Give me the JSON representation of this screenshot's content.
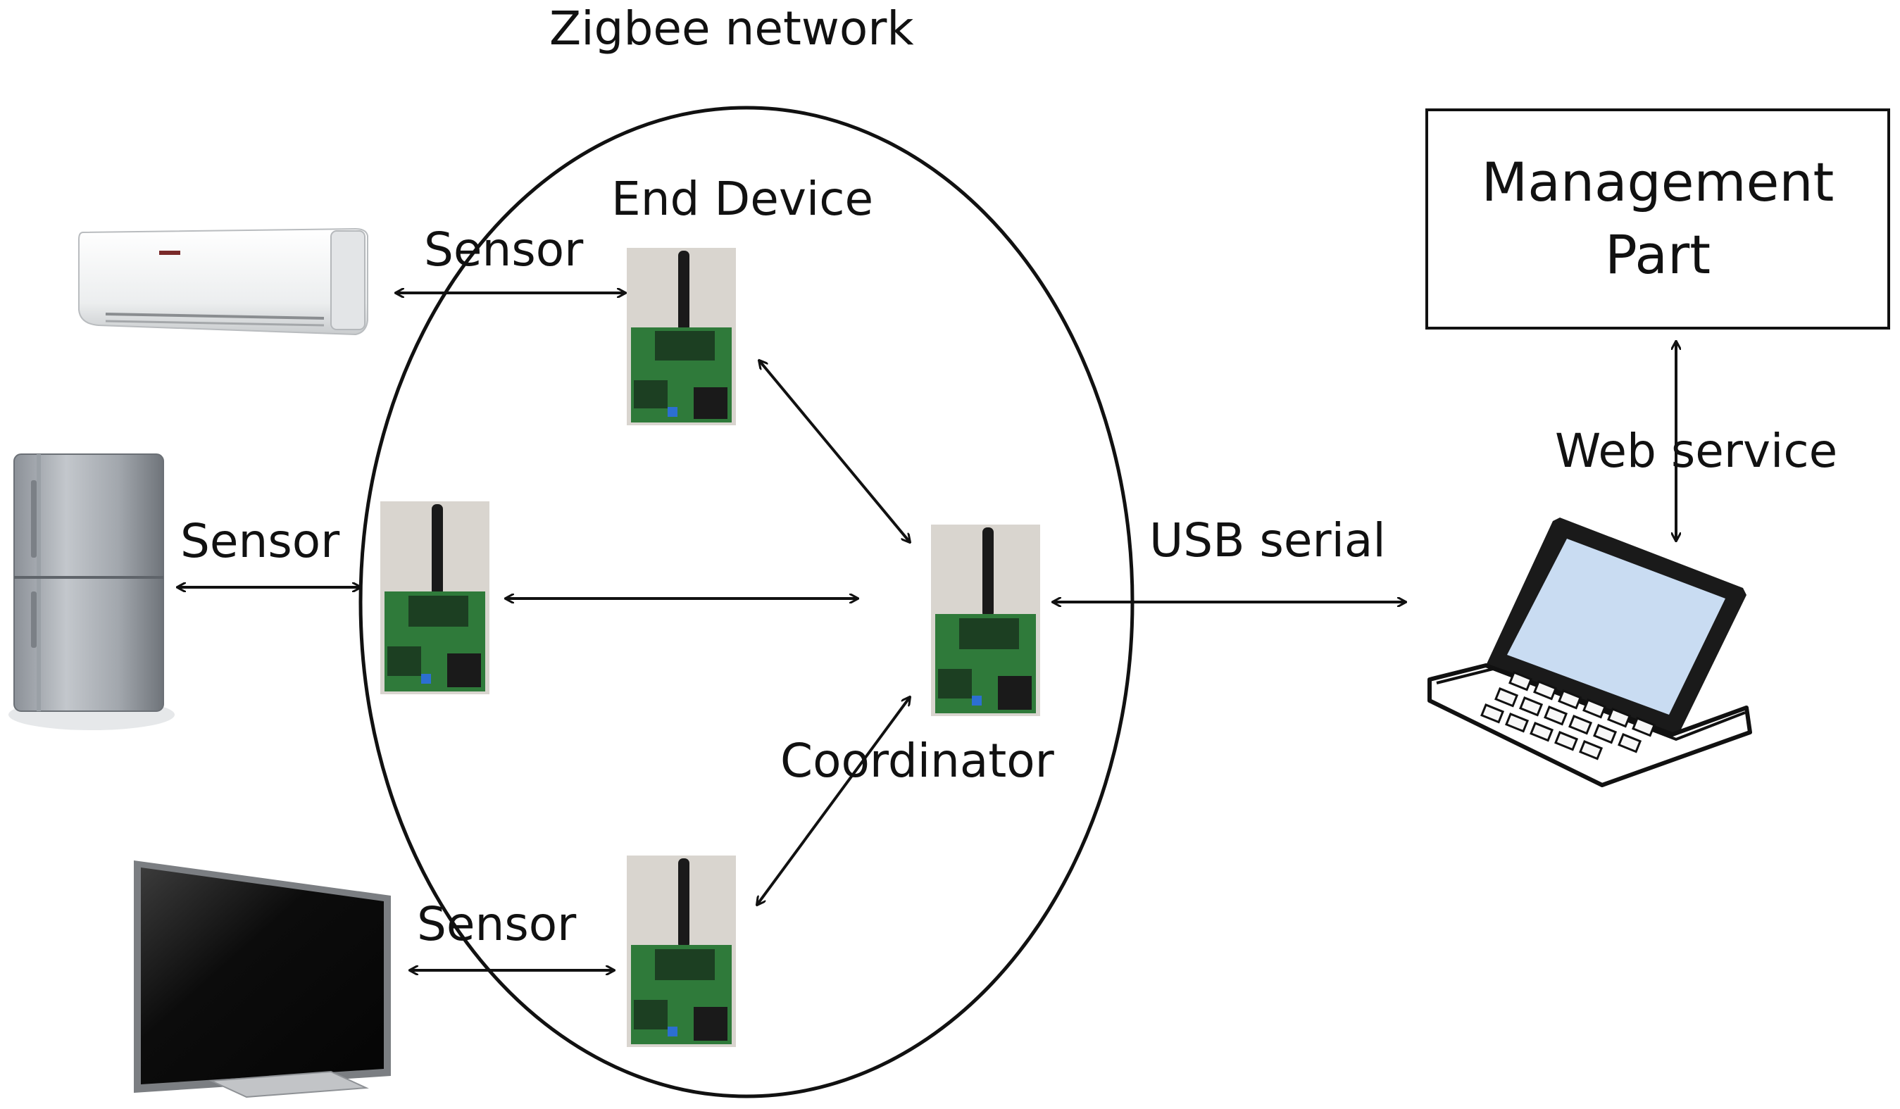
{
  "labels": {
    "network_title": "Zigbee network",
    "end_device": "End Device",
    "coordinator": "Coordinator",
    "sensor_top": "Sensor",
    "sensor_middle": "Sensor",
    "sensor_bottom": "Sensor",
    "usb_serial": "USB serial",
    "web_service": "Web service",
    "management_line1": "Management",
    "management_line2": "Part"
  },
  "colors": {
    "line": "#111111",
    "board_green": "#2f7a3a",
    "board_dark": "#1c3f22",
    "antenna": "#1a1a1a",
    "photo_bg": "#d9d5cf",
    "screen_blue": "#c9dcf2"
  },
  "icons": [
    "air-conditioner-icon",
    "refrigerator-icon",
    "television-icon",
    "laptop-icon",
    "zigbee-board-icon"
  ]
}
